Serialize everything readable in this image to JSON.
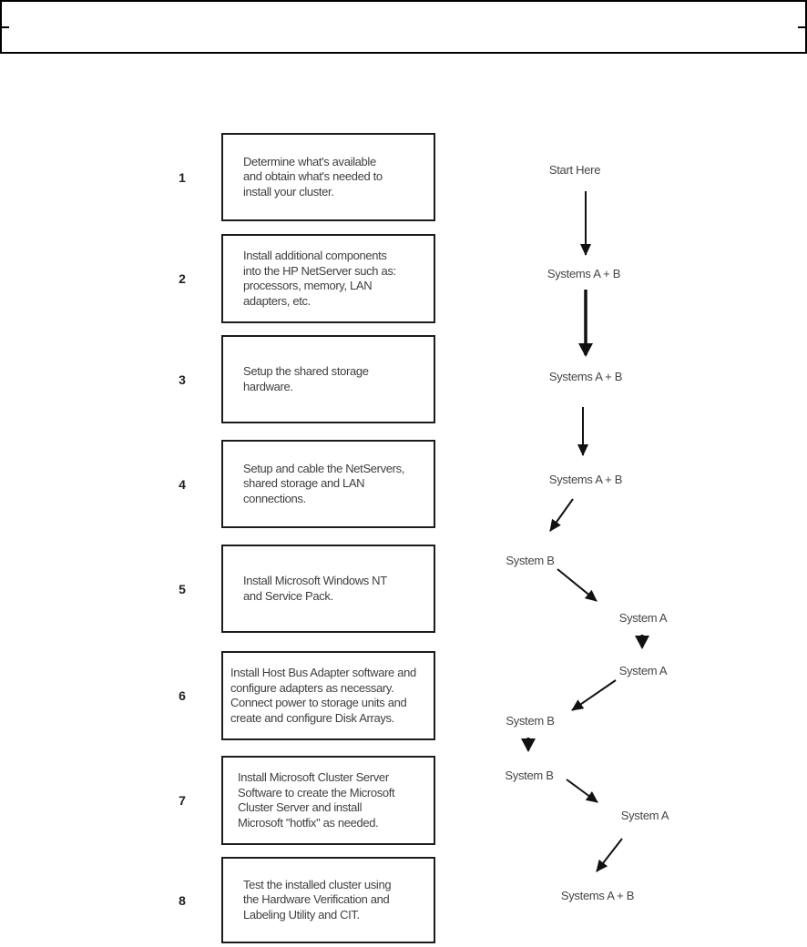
{
  "page": {
    "background": "#ffffff",
    "text_color": "#3f3f3f",
    "line_color": "#000000"
  },
  "steps": [
    {
      "number": "1",
      "text": "Determine what's available\nand obtain what's needed to\ninstall your cluster."
    },
    {
      "number": "2",
      "text": "Install additional components\ninto the HP NetServer such as:\nprocessors, memory, LAN\nadapters, etc."
    },
    {
      "number": "3",
      "text": "Setup the shared storage\nhardware."
    },
    {
      "number": "4",
      "text": "Setup and cable the NetServers,\nshared storage and LAN\nconnections."
    },
    {
      "number": "5",
      "text": "Install Microsoft Windows NT\nand Service Pack."
    },
    {
      "number": "6",
      "text": "Install Host Bus Adapter software and\nconfigure adapters as necessary.\nConnect power to storage units and\ncreate and configure Disk Arrays."
    },
    {
      "number": "7",
      "text": "Install Microsoft Cluster Server\nSoftware to create the Microsoft\nCluster Server and install\nMicrosoft \"hotfix\" as needed."
    },
    {
      "number": "8",
      "text": "Test the installed cluster using\nthe Hardware Verification and\nLabeling Utility and CIT."
    }
  ],
  "flow": {
    "labels": [
      {
        "label": "Start Here"
      },
      {
        "label": "Systems A + B"
      },
      {
        "label": "Systems A + B"
      },
      {
        "label": "Systems A + B"
      },
      {
        "label": "System B"
      },
      {
        "label": "System A"
      },
      {
        "label": "System A"
      },
      {
        "label": "System B"
      },
      {
        "label": "System B"
      },
      {
        "label": "System A"
      },
      {
        "label": "Systems A + B"
      }
    ]
  }
}
